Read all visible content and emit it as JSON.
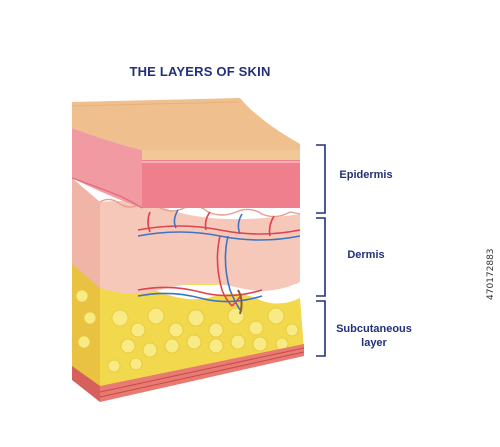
{
  "title": "THE LAYERS OF SKIN",
  "layers": [
    {
      "name": "Epidermis"
    },
    {
      "name": "Dermis"
    },
    {
      "name": "Subcutaneous layer",
      "lines": [
        "Subcutaneous",
        "layer"
      ]
    }
  ],
  "watermark": "470172883",
  "colors": {
    "title": "#22307a",
    "bracket": "#22307a",
    "epidermis_top": "#efc08e",
    "epidermis_band": "#ef7f8c",
    "dermis": "#f6c8ba",
    "fat": "#f4df56",
    "artery": "#e0424f",
    "vein": "#3f73c4"
  }
}
